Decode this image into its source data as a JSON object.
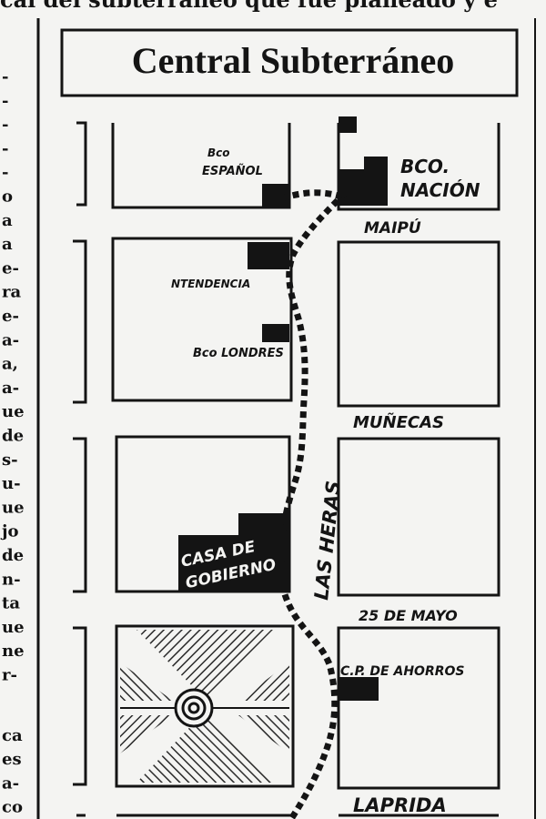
{
  "header_fragment": "cal del subterraneo que fue planeado y e",
  "title": "Central Subterráneo",
  "left_column_fragments": [
    "-",
    "-",
    "-",
    "-",
    "-",
    "o",
    "a",
    "a",
    "e-",
    "ra",
    "e-",
    "a-",
    "a,",
    "a-",
    "ue",
    "de",
    "s-",
    "u-",
    "ue",
    "jo",
    "de",
    "n-",
    "ta",
    "ue",
    "ne",
    "r-",
    "ca",
    "es",
    "a-",
    "co"
  ],
  "labels": {
    "bco_espanol_1": "Bco",
    "bco_espanol_2": "ESPAÑOL",
    "bco_nacion_1": "BCO.",
    "bco_nacion_2": "NACIÓN",
    "maipu": "MAIPÚ",
    "intendencia": "NTENDENCIA",
    "bco_londres": "Bco LONDRES",
    "munecas": "MUÑECAS",
    "las_heras": "LAS HERAS",
    "casa_1": "CASA DE",
    "casa_2": "GOBIERNO",
    "veinticinco": "25 DE MAYO",
    "caja_ahorros": "C.P. DE AHORROS",
    "laprida": "LAPRIDA"
  },
  "colors": {
    "ink": "#141414",
    "paper": "#f4f4f2",
    "hatch": "#2a2a2a"
  }
}
